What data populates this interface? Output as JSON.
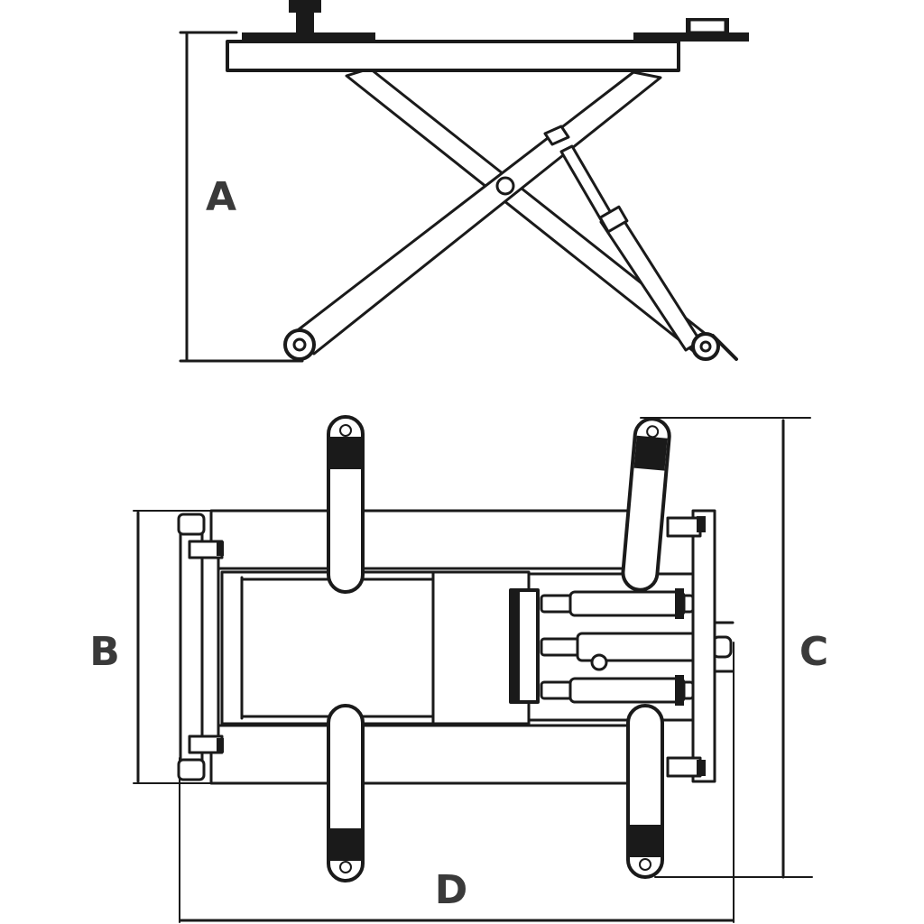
{
  "labels": {
    "a": "A",
    "b": "B",
    "c": "C",
    "d": "D"
  },
  "colors": {
    "line": "#1a1a1a",
    "label": "#3a3a3a",
    "background": "#ffffff"
  }
}
